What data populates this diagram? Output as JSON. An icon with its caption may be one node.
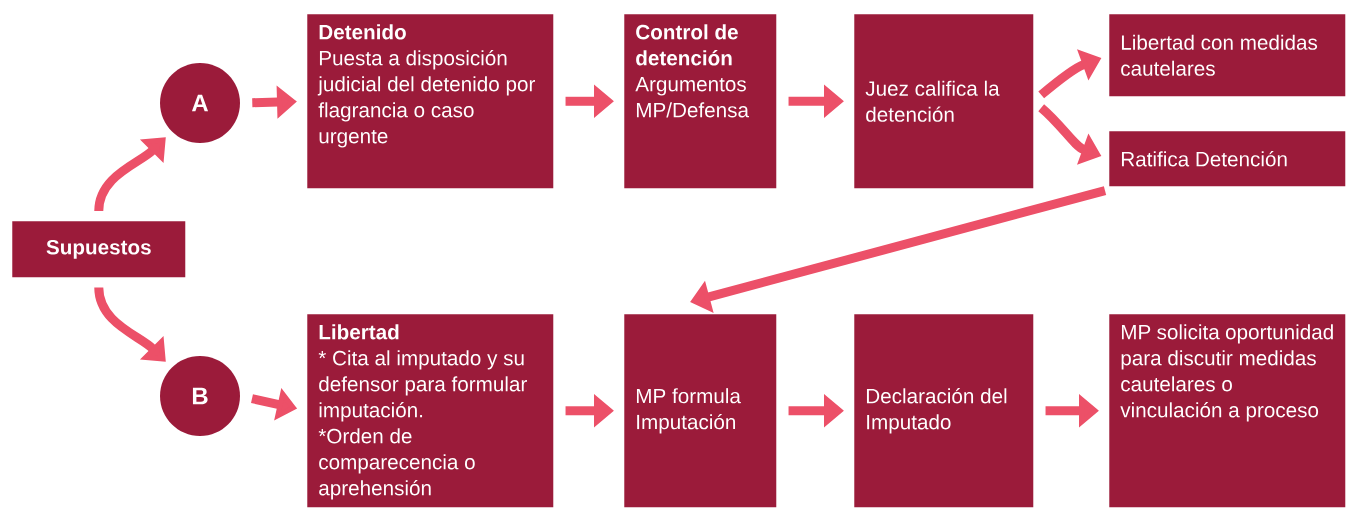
{
  "diagram": {
    "nodes": [
      {
        "text": [
          "Supuestos"
        ]
      },
      {
        "text": [
          "A"
        ]
      },
      {
        "text": [
          "B"
        ]
      },
      {
        "text": [
          "Detenido",
          "Puesta a disposición judicial del detenido por flagrancia o caso urgente"
        ]
      },
      {
        "text": [
          "Control de detención",
          "Argumentos MP/Defensa"
        ]
      },
      {
        "text": [
          "Juez califica la detención"
        ]
      },
      {
        "text": [
          "Libertad con medidas cautelares"
        ]
      },
      {
        "text": [
          "Ratifica Detención"
        ]
      },
      {
        "text": [
          "Libertad",
          "* Cita al imputado y su defensor para formular imputación.",
          "*Orden de comparecencia o aprehensión"
        ]
      },
      {
        "text": [
          "MP formula Imputación"
        ]
      },
      {
        "text": [
          "Declaración del Imputado"
        ]
      },
      {
        "text": [
          "MP solicita oportunidad para discutir medidas cautelares o vinculación a proceso"
        ]
      }
    ],
    "edges": [
      {
        "from": 0,
        "to": 1,
        "arrow": "to"
      },
      {
        "from": 0,
        "to": 2,
        "arrow": "to"
      },
      {
        "from": 1,
        "to": 3,
        "arrow": "to"
      },
      {
        "from": 3,
        "to": 4,
        "arrow": "to"
      },
      {
        "from": 4,
        "to": 5,
        "arrow": "to"
      },
      {
        "from": 5,
        "to": 6,
        "arrow": "to"
      },
      {
        "from": 5,
        "to": 7,
        "arrow": "to"
      },
      {
        "from": 7,
        "to": 9,
        "arrow": "to"
      },
      {
        "from": 2,
        "to": 8,
        "arrow": "to"
      },
      {
        "from": 8,
        "to": 9,
        "arrow": "to"
      },
      {
        "from": 9,
        "to": 10,
        "arrow": "to"
      },
      {
        "from": 10,
        "to": 11,
        "arrow": "to"
      }
    ]
  }
}
